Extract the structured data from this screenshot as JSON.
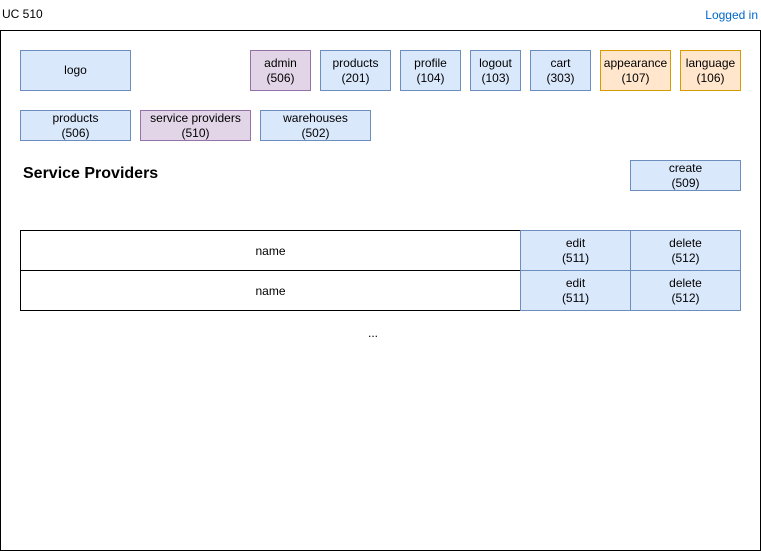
{
  "header": {
    "uc_label": "UC 510",
    "login_status": "Logged in"
  },
  "logo": "logo",
  "top_nav": [
    {
      "label": "admin",
      "code": "(506)",
      "color": "#e1d5e7"
    },
    {
      "label": "products",
      "code": "(201)",
      "color": "#dae8fc"
    },
    {
      "label": "profile",
      "code": "(104)",
      "color": "#dae8fc"
    },
    {
      "label": "logout",
      "code": "(103)",
      "color": "#dae8fc"
    },
    {
      "label": "cart",
      "code": "(303)",
      "color": "#dae8fc"
    },
    {
      "label": "appearance",
      "code": "(107)",
      "color": "#ffe6cc"
    },
    {
      "label": "language",
      "code": "(106)",
      "color": "#ffe6cc"
    }
  ],
  "sub_nav": [
    {
      "label": "products",
      "code": "(506)"
    },
    {
      "label": "service providers",
      "code": "(510)"
    },
    {
      "label": "warehouses",
      "code": "(502)"
    }
  ],
  "page": {
    "title": "Service Providers",
    "create_label": "create",
    "create_code": "(509)"
  },
  "table": {
    "rows": [
      {
        "name": "name",
        "edit_label": "edit",
        "edit_code": "(511)",
        "delete_label": "delete",
        "delete_code": "(512)"
      },
      {
        "name": "name",
        "edit_label": "edit",
        "edit_code": "(511)",
        "delete_label": "delete",
        "delete_code": "(512)"
      }
    ],
    "more": "..."
  }
}
